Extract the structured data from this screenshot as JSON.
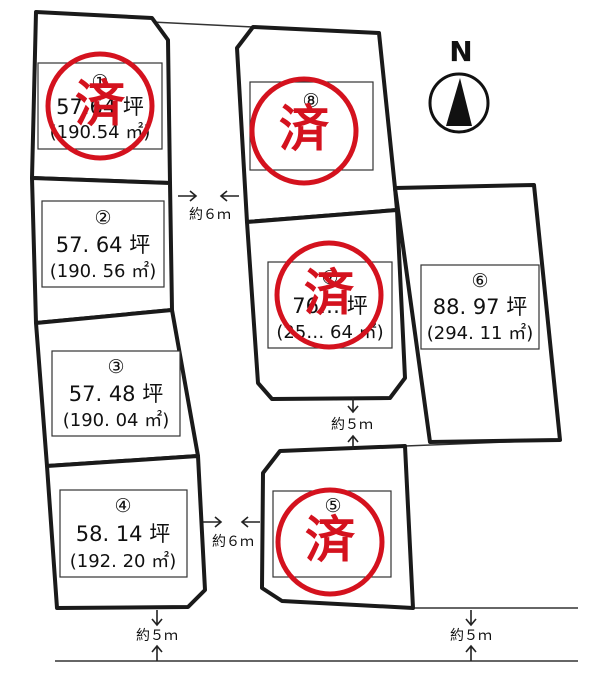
{
  "compass": {
    "north_label": "N",
    "icon": "north-arrow-icon"
  },
  "sold_mark": "済",
  "sold_color": "#d4121e",
  "lots": [
    {
      "id": "1",
      "number": "①",
      "area": "57.64 坪",
      "area_m2": "(190.54 ㎡)",
      "sold": true,
      "visible_fragment": "57… 坪"
    },
    {
      "id": "2",
      "number": "②",
      "area": "57. 64 坪",
      "area_m2": "(190. 56 ㎡)",
      "sold": false
    },
    {
      "id": "3",
      "number": "③",
      "area": "57. 48 坪",
      "area_m2": "(190. 04 ㎡)",
      "sold": false
    },
    {
      "id": "4",
      "number": "④",
      "area": "58. 14 坪",
      "area_m2": "(192. 20 ㎡)",
      "sold": false
    },
    {
      "id": "5",
      "number": "⑤",
      "area": "",
      "area_m2": "",
      "sold": true
    },
    {
      "id": "6",
      "number": "⑥",
      "area": "88. 97 坪",
      "area_m2": "(294. 11 ㎡)",
      "sold": false
    },
    {
      "id": "7",
      "number": "⑦",
      "area": "76… 坪",
      "area_m2": "(25… 64 ㎡)",
      "sold": true
    },
    {
      "id": "8",
      "number": "⑧",
      "area": "",
      "area_m2": "",
      "sold": true
    }
  ],
  "roads": [
    {
      "id": "upper-center",
      "label": "約６ｍ"
    },
    {
      "id": "lower-center",
      "label": "約６ｍ"
    },
    {
      "id": "between-7-5",
      "label": "約５ｍ"
    },
    {
      "id": "bottom-left",
      "label": "約５ｍ"
    },
    {
      "id": "bottom-right",
      "label": "約５ｍ"
    }
  ]
}
